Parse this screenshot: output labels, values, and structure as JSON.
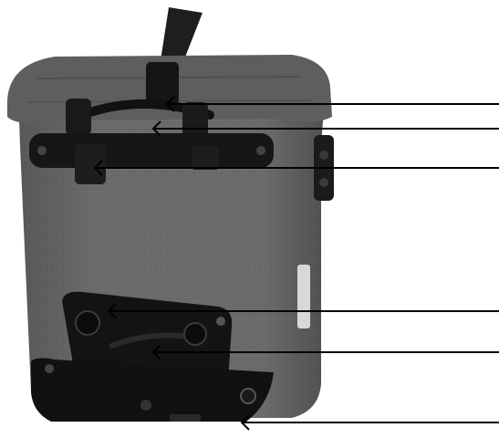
{
  "image": {
    "subject": "pannier-rear-view",
    "callouts": [
      {
        "id": "strap-buckle",
        "icon": "arrow-left-icon"
      },
      {
        "id": "handle",
        "icon": "arrow-left-icon"
      },
      {
        "id": "hook-bracket",
        "icon": "arrow-left-icon"
      },
      {
        "id": "lower-knob",
        "icon": "arrow-left-icon"
      },
      {
        "id": "lower-bracket",
        "icon": "arrow-left-icon"
      },
      {
        "id": "corner-bolt",
        "icon": "arrow-left-icon"
      }
    ],
    "colors": {
      "bag": "#6a6c6b",
      "bag_dark": "#4f5150",
      "hardware": "#161616",
      "callout_line": "#000000",
      "background": "#ffffff"
    }
  }
}
